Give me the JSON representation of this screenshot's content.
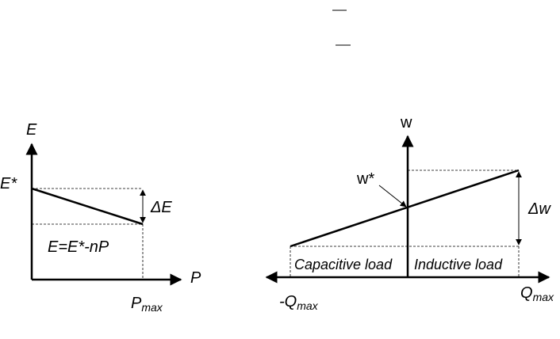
{
  "left_diagram": {
    "y_axis_label": "E",
    "x_axis_label": "P",
    "y_intercept_label": "E*",
    "x_max_label": {
      "base": "P",
      "sub": "max"
    },
    "delta_label": "ΔE",
    "equation": "E=E*-nP"
  },
  "right_diagram": {
    "y_axis_label": "w",
    "nominal_label": "w*",
    "delta_label": "Δw",
    "neg_q_label": {
      "base": "-Q",
      "sub": "max"
    },
    "pos_q_label": {
      "base": "Q",
      "sub": "max"
    },
    "capacitive_region_label": "Capacitive load",
    "inductive_region_label": "Inductive load"
  },
  "colors": {
    "line": "#000000",
    "background": "#ffffff"
  }
}
